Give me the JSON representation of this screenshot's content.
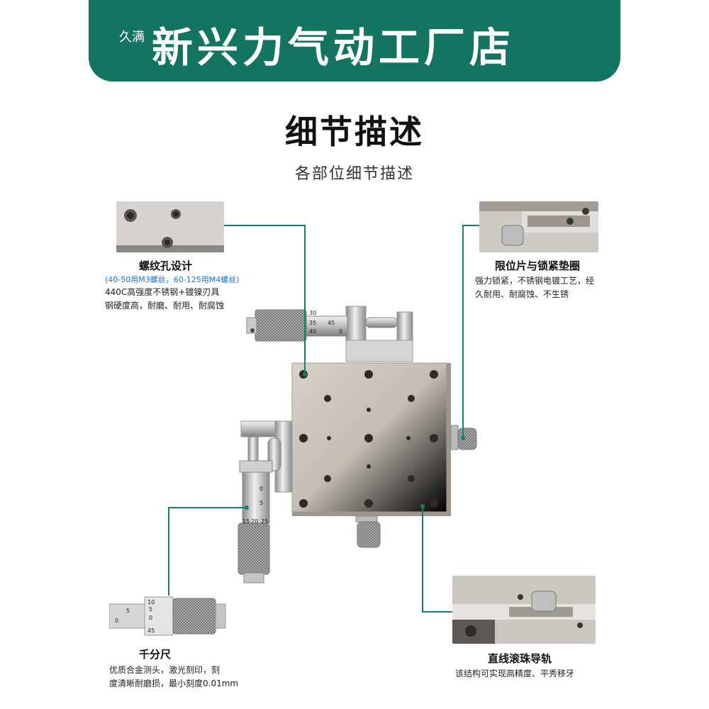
{
  "banner": {
    "brand_prefix": "久满",
    "store_name": "新兴力气动工厂店",
    "color": "#127461"
  },
  "section": {
    "title": "细节描述",
    "subtitle": "各部位细节描述"
  },
  "callouts": {
    "thread_holes": {
      "title": "螺纹孔设计",
      "note": "(40-50用M3螺丝，60-125用M4螺丝)",
      "desc_lines": [
        "440C高强度不锈钢+镀镍刃具",
        "钢硬度高，耐磨、耐用、耐腐蚀"
      ]
    },
    "limit_lock": {
      "title": "限位片与锁紧垫圈",
      "desc_lines": [
        "强力锁紧，不锈钢电镀工艺，经",
        "久耐用、耐腐蚀、不生锈"
      ]
    },
    "micrometer": {
      "title": "千分尺",
      "desc_lines": [
        "优质合金测头，激光刻印，刻",
        "度清晰耐磨损，最小刻度0.01mm"
      ]
    },
    "linear_rail": {
      "title": "直线滚珠导轨",
      "desc_lines": [
        "该结构可实现高精度、平秀移牙"
      ]
    }
  },
  "micrometer_scales": {
    "top": [
      "30",
      "35",
      "40",
      "45",
      "0"
    ],
    "left": [
      "0",
      "5",
      "20",
      "15",
      "25"
    ],
    "thumb_main": [
      "0",
      "5"
    ],
    "thumb_thimble": [
      "10",
      "5",
      "0",
      "45"
    ]
  },
  "colors": {
    "accent_line": "#12806b",
    "stage_metal": "#c8c1b8"
  }
}
